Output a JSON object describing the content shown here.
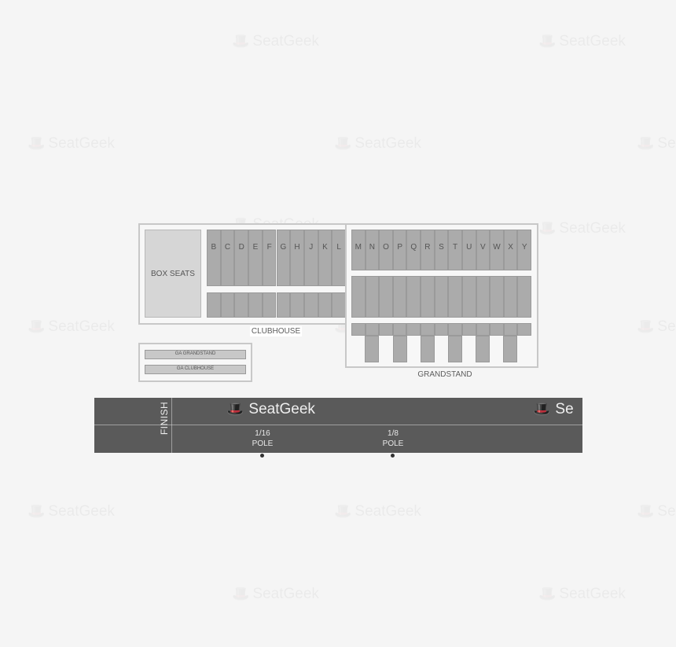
{
  "watermark": {
    "text": "SeatGeek",
    "icon": "top-hat-icon"
  },
  "sections": {
    "box_seats": "BOX SEATS",
    "clubhouse": "CLUBHOUSE",
    "grandstand": "GRANDSTAND",
    "ga_grandstand": "GA GRANDSTAND",
    "ga_clubhouse": "GA CLUBHOUSE",
    "clubhouse_letters": [
      "B",
      "C",
      "D",
      "E",
      "F",
      "G",
      "H",
      "J",
      "K",
      "L"
    ],
    "grandstand_letters": [
      "M",
      "N",
      "O",
      "P",
      "Q",
      "R",
      "S",
      "T",
      "U",
      "V",
      "W",
      "X",
      "Y"
    ]
  },
  "track": {
    "finish": "FINISH",
    "brand": "SeatGeek",
    "brand_partial": "Se",
    "poles": [
      {
        "line1": "1/16",
        "line2": "POLE"
      },
      {
        "line1": "1/8",
        "line2": "POLE"
      }
    ]
  },
  "colors": {
    "track": "#5a5a5a",
    "seat": "#ababab",
    "background": "#f5f5f5"
  }
}
